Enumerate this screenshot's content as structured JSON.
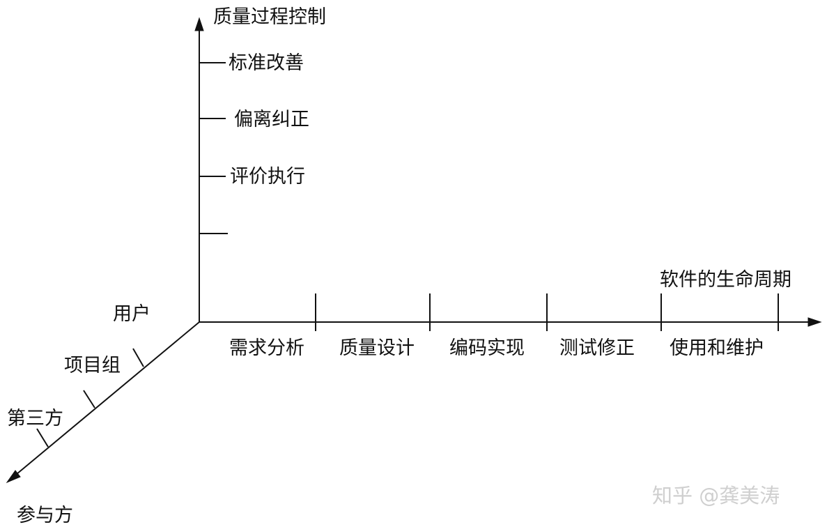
{
  "axes": {
    "vertical": {
      "label": "质量过程控制",
      "items": [
        "标准改善",
        "偏离纠正",
        "评价执行",
        ""
      ]
    },
    "horizontal": {
      "label": "软件的生命周期",
      "phases": [
        "需求分析",
        "质量设计",
        "编码实现",
        "测试修正",
        "使用和维护"
      ]
    },
    "diagonal": {
      "label": "参与方",
      "items": [
        "用户",
        "项目组",
        "第三方"
      ]
    }
  },
  "watermark": "知乎 @龚美涛",
  "colors": {
    "line": "#111111",
    "text": "#111111",
    "watermark": "#cfcfcf",
    "background": "#ffffff"
  }
}
